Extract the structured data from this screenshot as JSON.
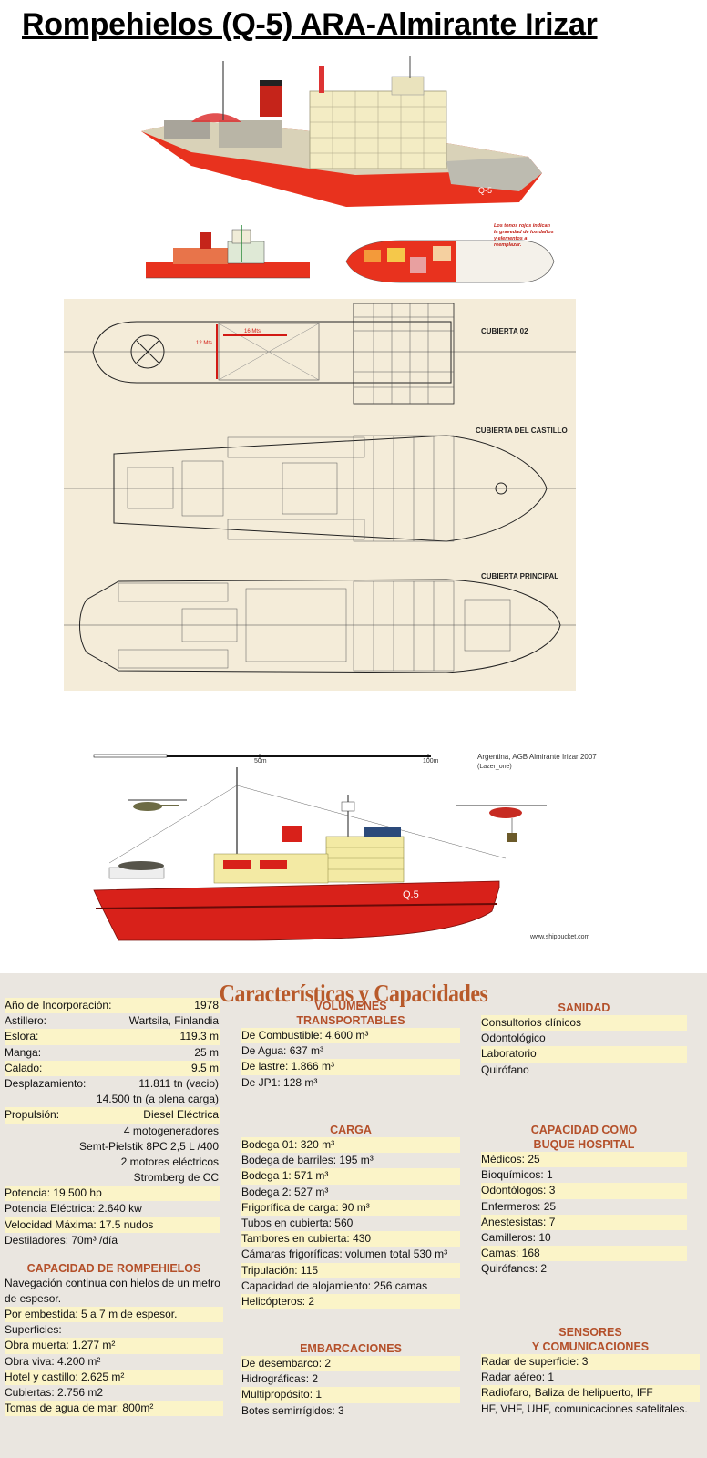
{
  "title": "Rompehielos (Q-5) ARA-Almirante Irizar",
  "ship_image": {
    "hull_mark": "Q-5",
    "note": "Los tonos rojos indican la gravedad de los daños y elementos a reemplazar."
  },
  "deck_plan": {
    "deck1": "CUBIERTA 02",
    "deck2": "CUBIERTA DEL CASTILLO",
    "deck3": "CUBIERTA PRINCIPAL",
    "dim_width": "12 Mts",
    "dim_length": "16 Mts"
  },
  "profile": {
    "caption": "Argentina, AGB Almirante Irizar 2007",
    "author": "(Lazer_one)",
    "scale_mid": "50m",
    "scale_end": "100m",
    "hull_number": "Q.5",
    "credit": "www.shipbucket.com"
  },
  "specs": {
    "title": "Características y Capacidades",
    "general": [
      {
        "k": "Año de Incorporación:",
        "v": "1978"
      },
      {
        "k": "Astillero:",
        "v": "Wartsila, Finlandia"
      },
      {
        "k": "Eslora:",
        "v": "119.3 m"
      },
      {
        "k": "Manga:",
        "v": "25 m"
      },
      {
        "k": "Calado:",
        "v": "9.5 m"
      },
      {
        "k": "Desplazamiento:",
        "v": "11.811 tn (vacio)"
      },
      {
        "k": "",
        "v": "14.500 tn (a plena carga)"
      },
      {
        "k": "Propulsión:",
        "v": "Diesel Eléctrica"
      },
      {
        "k": "",
        "v": "4 motogeneradores"
      },
      {
        "k": "",
        "v": "Semt-Pielstik 8PC 2,5 L /400"
      },
      {
        "k": "",
        "v": "2 motores eléctricos"
      },
      {
        "k": "",
        "v": "Stromberg de CC"
      },
      {
        "k": "Potencia: 19.500 hp",
        "v": ""
      },
      {
        "k": "Potencia Eléctrica: 2.640 kw",
        "v": ""
      },
      {
        "k": "Velocidad Máxima: 17.5 nudos",
        "v": ""
      },
      {
        "k": "Destiladores: 70m³ /día",
        "v": ""
      }
    ],
    "rompehielos_head": "CAPACIDAD DE ROMPEHIELOS",
    "rompehielos": [
      "Navegación continua con hielos de un metro de espesor.",
      "Por embestida: 5 a 7 m de espesor.",
      "Superficies:",
      "Obra muerta: 1.277 m²",
      "Obra viva: 4.200 m²",
      "Hotel y castillo: 2.625 m²",
      "Cubiertas: 2.756 m2",
      "Tomas de agua de mar: 800m²"
    ],
    "volumenes_head1": "VOLÚMENES",
    "volumenes_head2": "TRANSPORTABLES",
    "volumenes": [
      "De Combustible: 4.600 m³",
      "De Agua: 637 m³",
      "De lastre: 1.866 m³",
      "De JP1: 128 m³"
    ],
    "carga_head": "CARGA",
    "carga": [
      "Bodega 01: 320 m³",
      "Bodega de barriles: 195 m³",
      "Bodega 1: 571 m³",
      "Bodega 2: 527 m³",
      "Frigorífica de carga: 90 m³",
      "Tubos en cubierta: 560",
      "Tambores en cubierta: 430",
      "Cámaras frigoríficas: volumen total 530 m³",
      "Tripulación: 115",
      "Capacidad de alojamiento: 256 camas",
      "Helicópteros: 2"
    ],
    "embarcaciones_head": "EMBARCACIONES",
    "embarcaciones": [
      "De desembarco: 2",
      "Hidrográficas: 2",
      "Multipropósito: 1",
      "Botes semirrígidos: 3"
    ],
    "sanidad_head": "SANIDAD",
    "sanidad": [
      "Consultorios clínicos",
      "Odontológico",
      "Laboratorio",
      "Quirófano"
    ],
    "hospital_head1": "CAPACIDAD COMO",
    "hospital_head2": "BUQUE HOSPITAL",
    "hospital": [
      "Médicos: 25",
      "Bioquímicos: 1",
      "Odontólogos: 3",
      "Enfermeros: 25",
      "Anestesistas: 7",
      "Camilleros: 10",
      "Camas: 168",
      "Quirófanos: 2"
    ],
    "sensores_head1": "SENSORES",
    "sensores_head2": "Y COMUNICACIONES",
    "sensores": [
      "Radar de superficie: 3",
      "Radar aéreo: 1",
      "Radiofaro, Baliza de helipuerto, IFF",
      "HF, VHF, UHF, comunicaciones satelitales."
    ]
  }
}
